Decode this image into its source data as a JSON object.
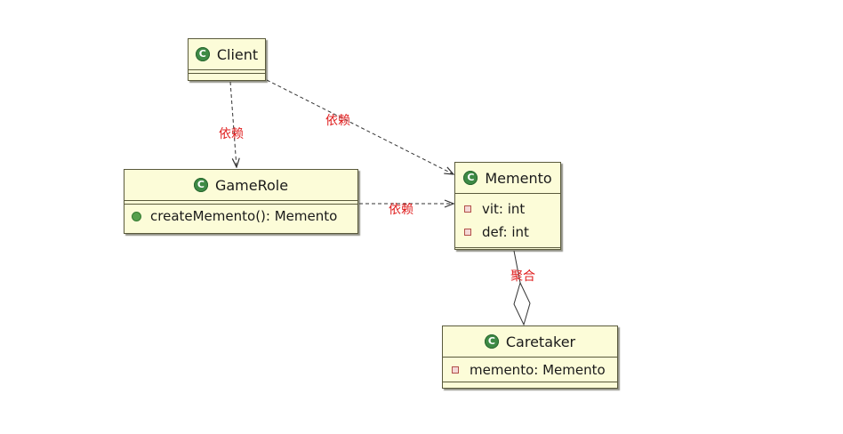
{
  "classes": {
    "client": {
      "name": "Client"
    },
    "gamerole": {
      "name": "GameRole",
      "methods": [
        "createMemento(): Memento"
      ]
    },
    "memento": {
      "name": "Memento",
      "fields": [
        "vit: int",
        "def: int"
      ]
    },
    "caretaker": {
      "name": "Caretaker",
      "fields": [
        "memento: Memento"
      ]
    }
  },
  "relations": {
    "client_gamerole": "依赖",
    "client_memento": "依赖",
    "gamerole_memento": "依赖",
    "memento_caretaker": "聚合"
  },
  "icons": {
    "class_icon_letter": "C",
    "class_icon_color": "#3e8a45",
    "field_icon": "private-field-icon",
    "method_icon": "public-method-icon"
  },
  "colors": {
    "class_fill": "#fcfcd8",
    "relation_label": "#e02020"
  }
}
